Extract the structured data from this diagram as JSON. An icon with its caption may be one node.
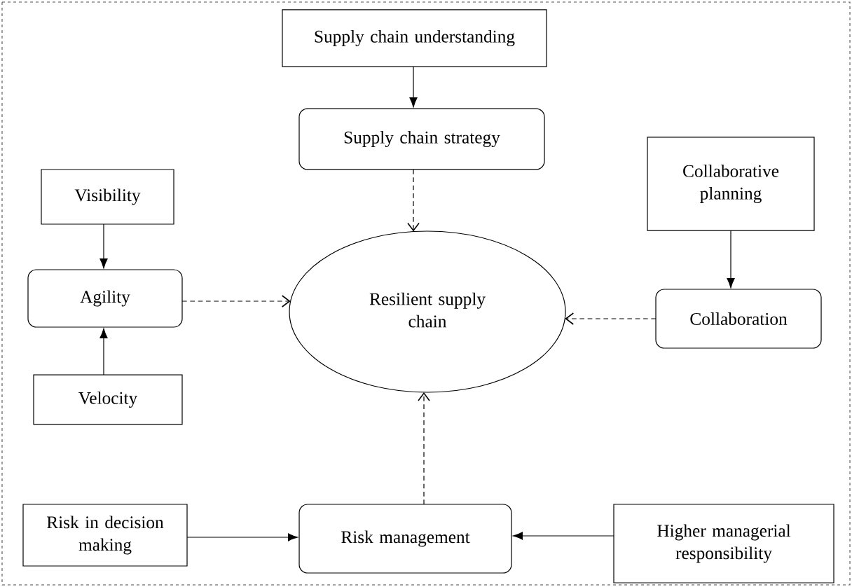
{
  "diagram": {
    "nodes": [
      {
        "text": [
          "Supply chain understanding"
        ]
      },
      {
        "text": [
          "Supply chain strategy"
        ]
      },
      {
        "text": [
          "Visibility"
        ]
      },
      {
        "text": [
          "Collaborative planning"
        ]
      },
      {
        "text": [
          "Agility"
        ]
      },
      {
        "text": [
          "Resilient supply chain"
        ]
      },
      {
        "text": [
          "Collaboration"
        ]
      },
      {
        "text": [
          "Velocity"
        ]
      },
      {
        "text": [
          "Risk in decision making"
        ]
      },
      {
        "text": [
          "Risk management"
        ]
      },
      {
        "text": [
          "Higher managerial responsibility"
        ]
      }
    ],
    "edges": [
      {
        "from": 0,
        "to": 1,
        "arrow": "to"
      },
      {
        "from": 1,
        "to": 5,
        "arrow": "to",
        "style": "dashed"
      },
      {
        "from": 2,
        "to": 4,
        "arrow": "to"
      },
      {
        "from": 7,
        "to": 4,
        "arrow": "to"
      },
      {
        "from": 4,
        "to": 5,
        "arrow": "to",
        "style": "dashed"
      },
      {
        "from": 3,
        "to": 6,
        "arrow": "to"
      },
      {
        "from": 6,
        "to": 5,
        "arrow": "to",
        "style": "dashed"
      },
      {
        "from": 8,
        "to": 9,
        "arrow": "to"
      },
      {
        "from": 10,
        "to": 9,
        "arrow": "to"
      },
      {
        "from": 9,
        "to": 5,
        "arrow": "to",
        "style": "dashed"
      }
    ]
  }
}
